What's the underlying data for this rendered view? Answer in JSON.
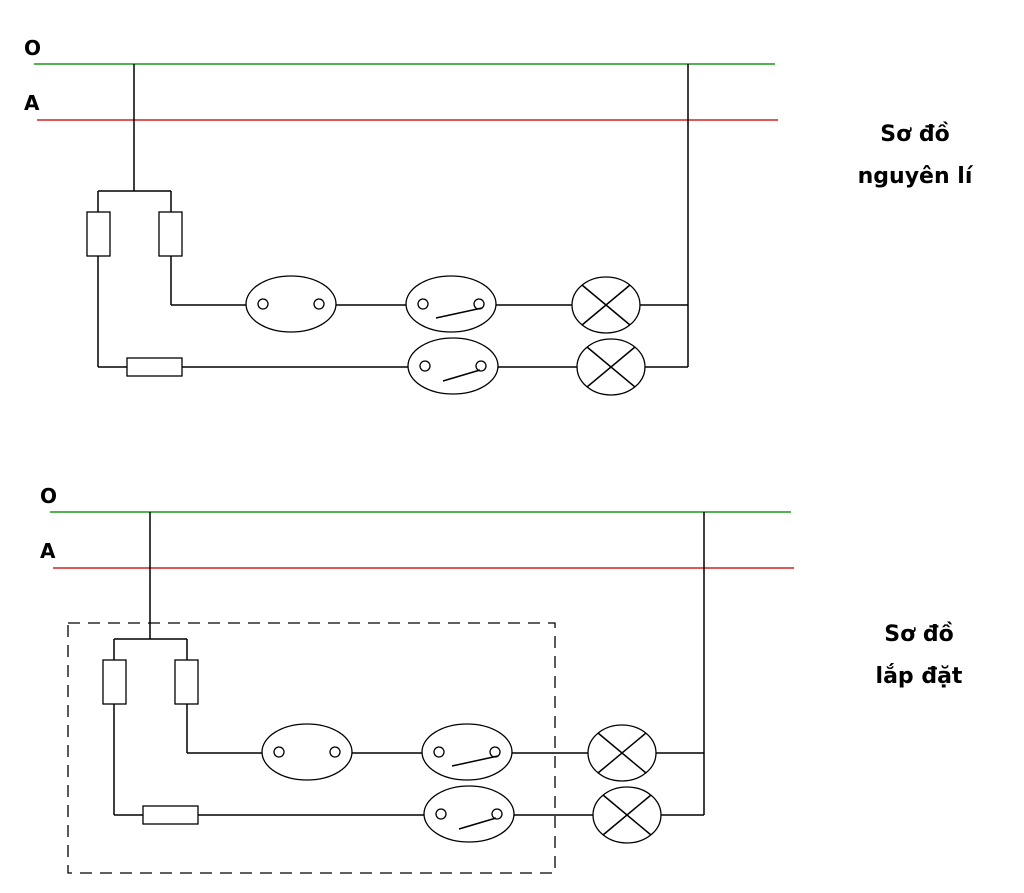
{
  "diagrams": [
    {
      "neutral_label": "O",
      "phase_label": "A",
      "title_line1": "Sơ đồ",
      "title_line2": "nguyên lí",
      "has_board": false
    },
    {
      "neutral_label": "O",
      "phase_label": "A",
      "title_line1": "Sơ đồ",
      "title_line2": "lắp đặt",
      "has_board": true
    }
  ],
  "colors": {
    "neutral_wire": "#1a9a1a",
    "phase_wire": "#d42020",
    "component": "#000000"
  }
}
